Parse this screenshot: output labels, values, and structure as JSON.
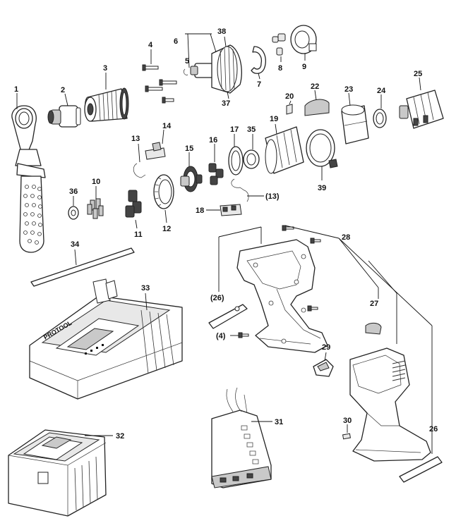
{
  "diagram": {
    "labels": {
      "p1": "1",
      "p2": "2",
      "p3": "3",
      "p4": "4",
      "p5": "5",
      "p6": "6",
      "p7": "7",
      "p8": "8",
      "p9": "9",
      "p10": "10",
      "p11": "11",
      "p12": "12",
      "p13": "13",
      "p13b": "(13)",
      "p14": "14",
      "p15": "15",
      "p16": "16",
      "p17": "17",
      "p18": "18",
      "p19": "19",
      "p20": "20",
      "p22": "22",
      "p23": "23",
      "p24": "24",
      "p25": "25",
      "p26a": "(26)",
      "p26b": "26",
      "p27": "27",
      "p28": "28",
      "p29": "29",
      "p30": "30",
      "p31": "31",
      "p32": "32",
      "p33": "33",
      "p34": "34",
      "p35": "35",
      "p36": "36",
      "p37": "37",
      "p38": "38",
      "p39": "39",
      "p4b": "(4)"
    },
    "charger_brand": "PROTOOL"
  }
}
